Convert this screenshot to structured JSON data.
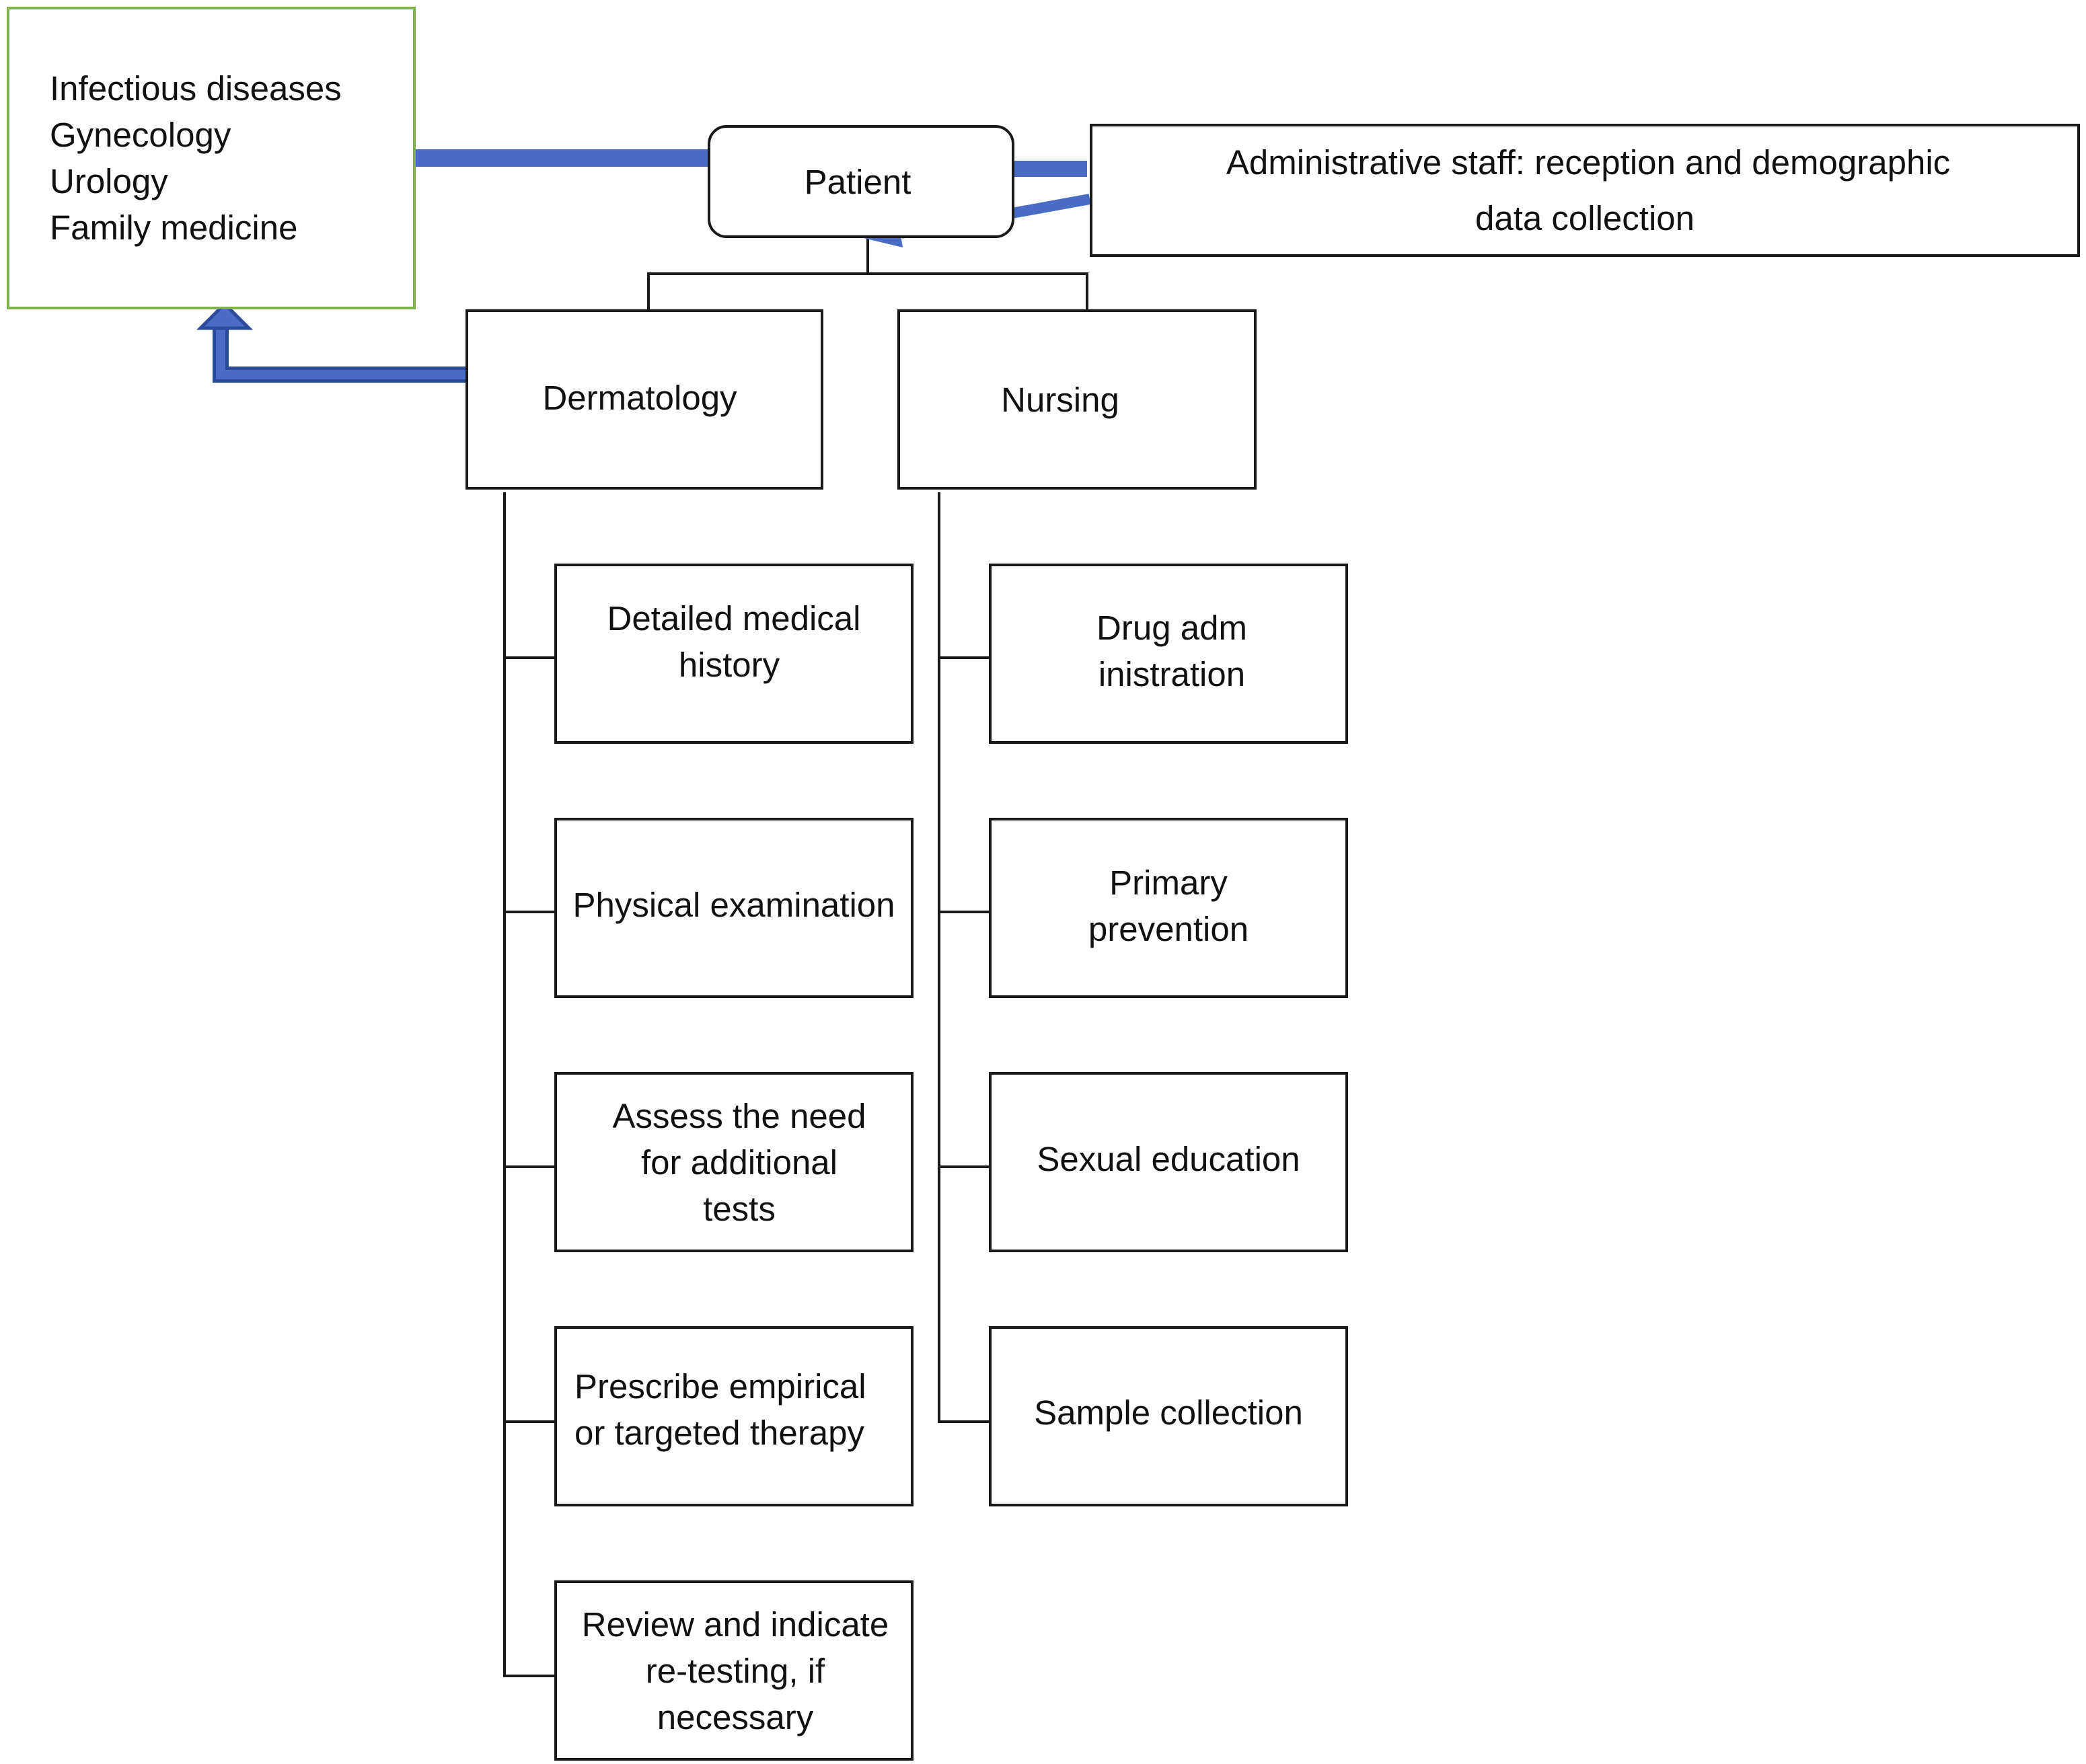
{
  "colors": {
    "arrow": "#4a6cc4",
    "arrow_outline": "#2c4a9a",
    "referral_border": "#7fb24a",
    "box_border": "#1a1a1a"
  },
  "referral": {
    "lines": [
      "Infectious diseases",
      "Gynecology",
      "Urology",
      "Family medicine"
    ]
  },
  "patient": {
    "label": "Patient"
  },
  "admin": {
    "lines": [
      "Administrative staff: reception and demographic",
      "data collection"
    ]
  },
  "dermatology": {
    "label": "Dermatology",
    "items": [
      {
        "lines": [
          "Detailed medical",
          "history"
        ]
      },
      {
        "lines": [
          "Physical examination"
        ]
      },
      {
        "lines": [
          "Assess the need",
          "for additional",
          "tests"
        ]
      },
      {
        "lines": [
          "Prescribe empirical",
          "or targeted therapy"
        ]
      },
      {
        "lines": [
          "Review and indicate",
          "re-testing, if",
          "necessary"
        ]
      }
    ]
  },
  "nursing": {
    "label": "Nursing",
    "items": [
      {
        "lines": [
          "Drug adm",
          "inistration"
        ]
      },
      {
        "lines": [
          "Primary",
          "prevention"
        ]
      },
      {
        "lines": [
          "Sexual education"
        ]
      },
      {
        "lines": [
          "Sample collection"
        ]
      }
    ]
  }
}
